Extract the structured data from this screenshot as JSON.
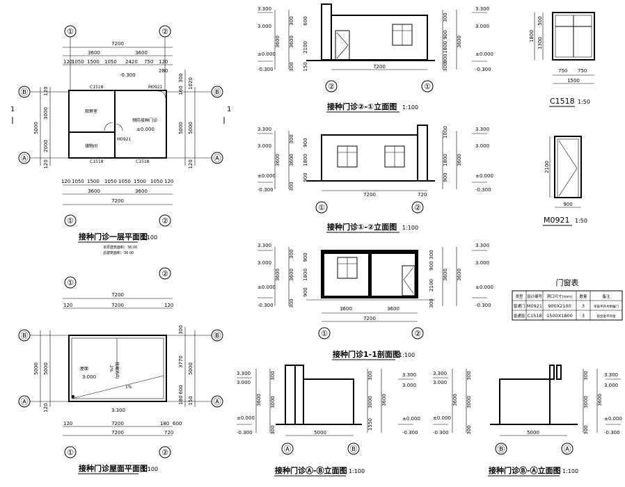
{
  "titles": {
    "ground_floor": "接种门诊一层平面图",
    "roof": "接种门诊屋面平面图",
    "elev_2_1": "接种门诊②-①立面图",
    "elev_1_2": "接种门诊①-②立面图",
    "section_1_1": "接种门诊1-1剖面图",
    "elev_a_b": "接种门诊Ⓐ-Ⓑ立面图",
    "elev_b_a": "接种门诊Ⓑ-Ⓐ立面图",
    "c1518": "C1518",
    "m0921": "M0921"
  },
  "scales": {
    "s100": "1:100",
    "s50": "1:50"
  },
  "axes": {
    "a1": "①",
    "a2": "②",
    "aA": "Ⓐ",
    "aB": "Ⓑ"
  },
  "section_mark": "1",
  "dims": {
    "d7200": "7200",
    "d3600": "3600",
    "d5000": "5000",
    "d3000": "3000",
    "d2000": "2000",
    "d120": "120",
    "d1050": "1050",
    "d1500": "1500",
    "d2420": "2420",
    "d750": "750",
    "d280": "280",
    "d300": "300",
    "d1020": "1020",
    "d160": "160",
    "d1800": "1800",
    "d900": "900",
    "d2100": "2100",
    "d1300": "1300",
    "d500": "500",
    "d3770": "3770",
    "d1000": "1000",
    "d600": "600",
    "d720": "720",
    "d150": "150",
    "d1550": "1550",
    "d180": "180"
  },
  "elev": {
    "e3300": "3.300",
    "e3000": "3.000",
    "e0": "±0.000",
    "em300": "-0.300",
    "em0300": "-0.300",
    "e1000": "±0.000"
  },
  "rooms": {
    "observe": "观察室",
    "store": "储物间",
    "inject": "预防接种门诊",
    "inject_elev": "±0.000",
    "roof": "屋面",
    "roof_elev": "3.000",
    "slope": "1%",
    "drain": "2%",
    "drain_note": "找坡方向",
    "area1": "本层建筑面积：36.00",
    "area2": "总建筑面积：36.00"
  },
  "tags": {
    "c1518": "C1518",
    "m0921": "M0921"
  },
  "schedule": {
    "title": "门窗表",
    "headers": [
      "类型",
      "设计编号",
      "洞口尺寸(mm)",
      "数量",
      "备注"
    ],
    "rows": [
      [
        "普通门",
        "M0921",
        "900X2100",
        "3",
        "单扇平开木制编门"
      ],
      [
        "普通窗",
        "C1518",
        "1500X1800",
        "3",
        "铝合金平开窗"
      ]
    ]
  }
}
